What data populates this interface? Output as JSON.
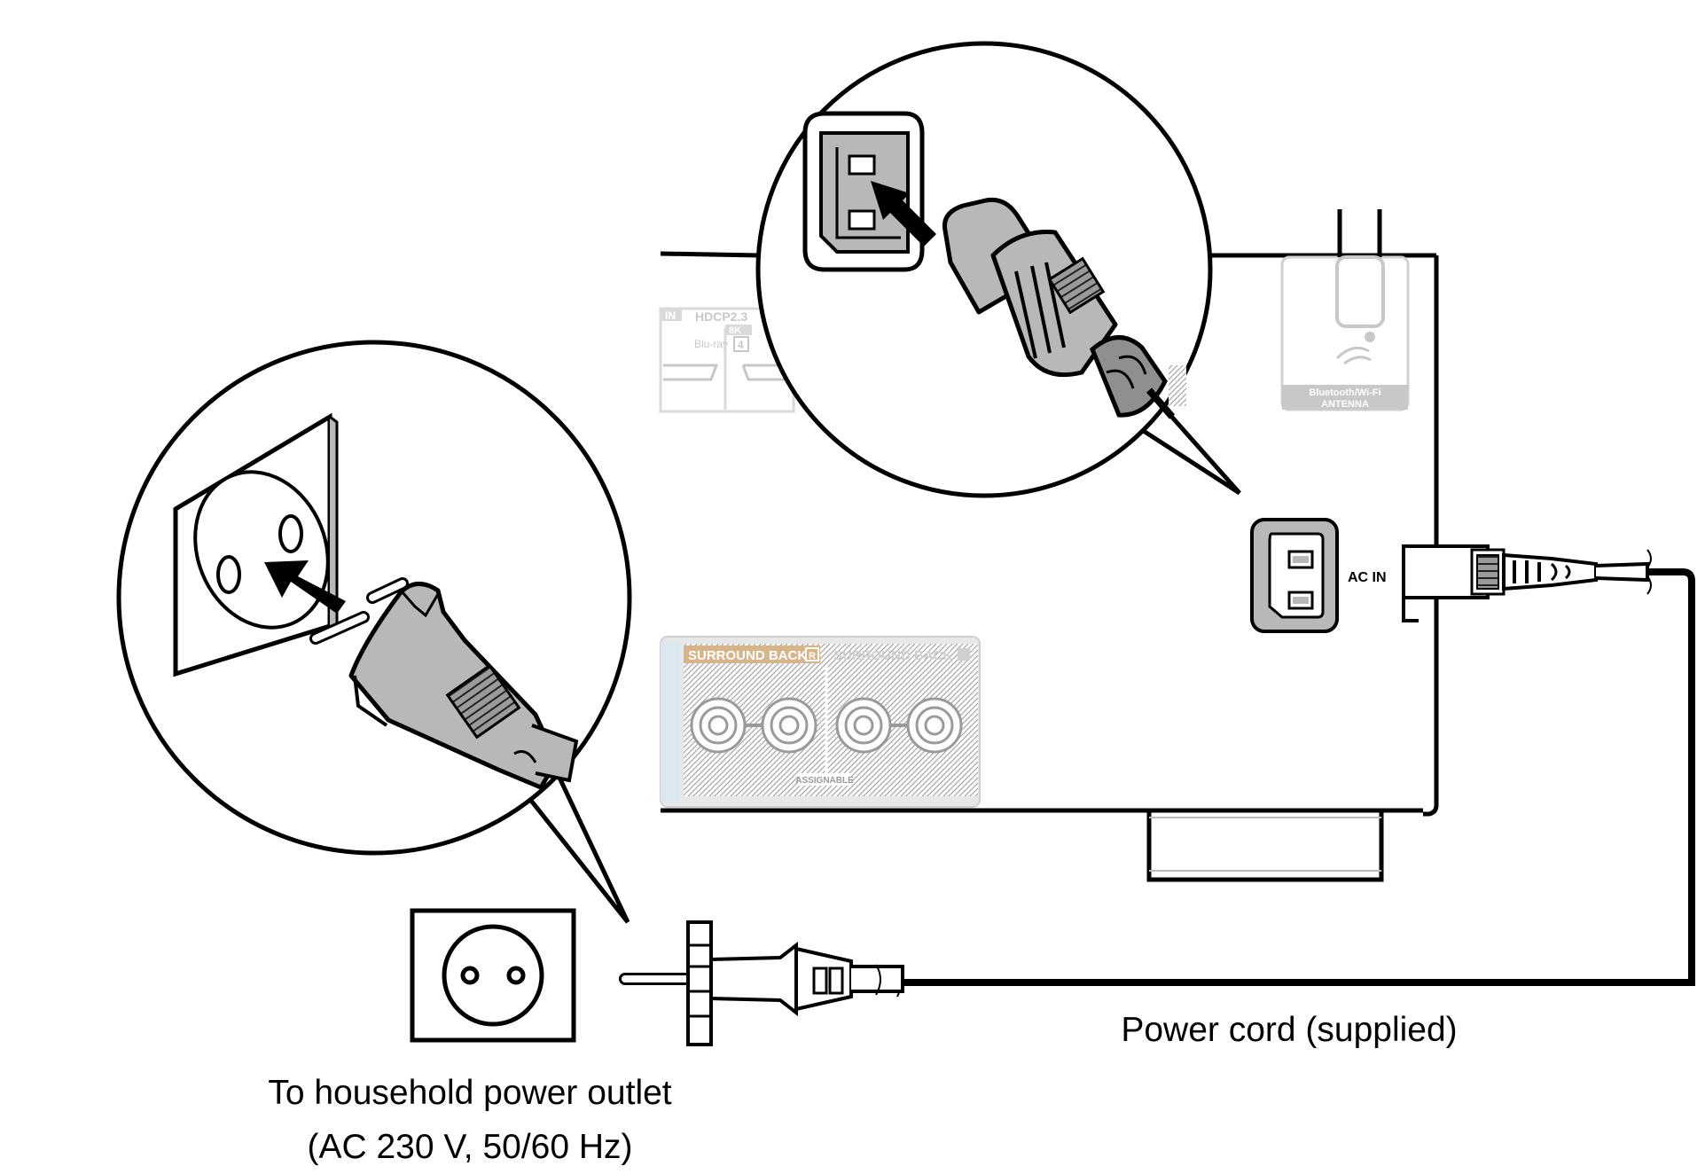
{
  "captions": {
    "power_cord": "Power cord (supplied)",
    "outlet_line1": "To household power outlet",
    "outlet_line2": "(AC 230 V, 50/60 Hz)"
  },
  "panel_labels": {
    "ac_in": "AC IN",
    "hdmi_in": "IN",
    "hdcp": "HDCP2.3",
    "res_8k": "8K",
    "blu_ray": "Blu-ray",
    "port_4": "4",
    "surround_back_r": "SURROUND BACK",
    "surround_back_r_tag": "R",
    "surround_back_l": "SURROUND BACK",
    "assignable": "ASSIGNABLE",
    "antenna_line1": "Bluetooth/Wi-Fi",
    "antenna_line2": "ANTENNA"
  },
  "colors": {
    "line": "#000000",
    "plug_gray": "#b8b8b8",
    "plug_dark": "#8f8f8f",
    "faded_panel": "#c8c8c8",
    "speaker_label": "#d8b48a"
  }
}
